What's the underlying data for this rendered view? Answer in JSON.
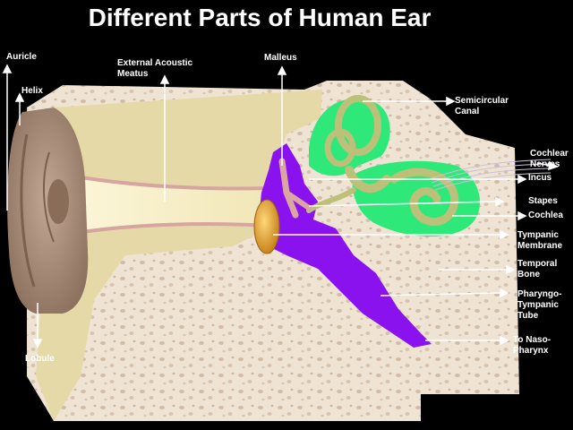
{
  "title": "Different Parts of Human Ear",
  "labels": {
    "auricle": "Auricle",
    "helix": "Helix",
    "lobule": "Lobule",
    "external_acoustic_meatus": "External  Acoustic\nMeatus",
    "malleus": "Malleus",
    "semicircular_canal": "Semicircular\nCanal",
    "cochlear_nerves": "Cochlear\nNerves",
    "incus": "Incus",
    "stapes": "Stapes",
    "cochlea": "Cochlea",
    "tympanic_membrane": "Tympanic\nMembrane",
    "temporal_bone": "Temporal\nBone",
    "pharyngo_tympanic_tube": "Pharyngo-\nTympanic\nTube",
    "to_naso_pharynx": "To Naso-\nPharynx"
  },
  "colors": {
    "background": "#000000",
    "bone": "#efe4d4",
    "skin": "#a58a78",
    "canal": "#fbf6d8",
    "cartilage": "#e6d9a8",
    "middle_ear": "#8a12ee",
    "inner_ear_fluid": "#2ee87a",
    "labyrinth": "#bcc078",
    "eardrum": "#e5a63a",
    "pointer": "#ffffff"
  }
}
